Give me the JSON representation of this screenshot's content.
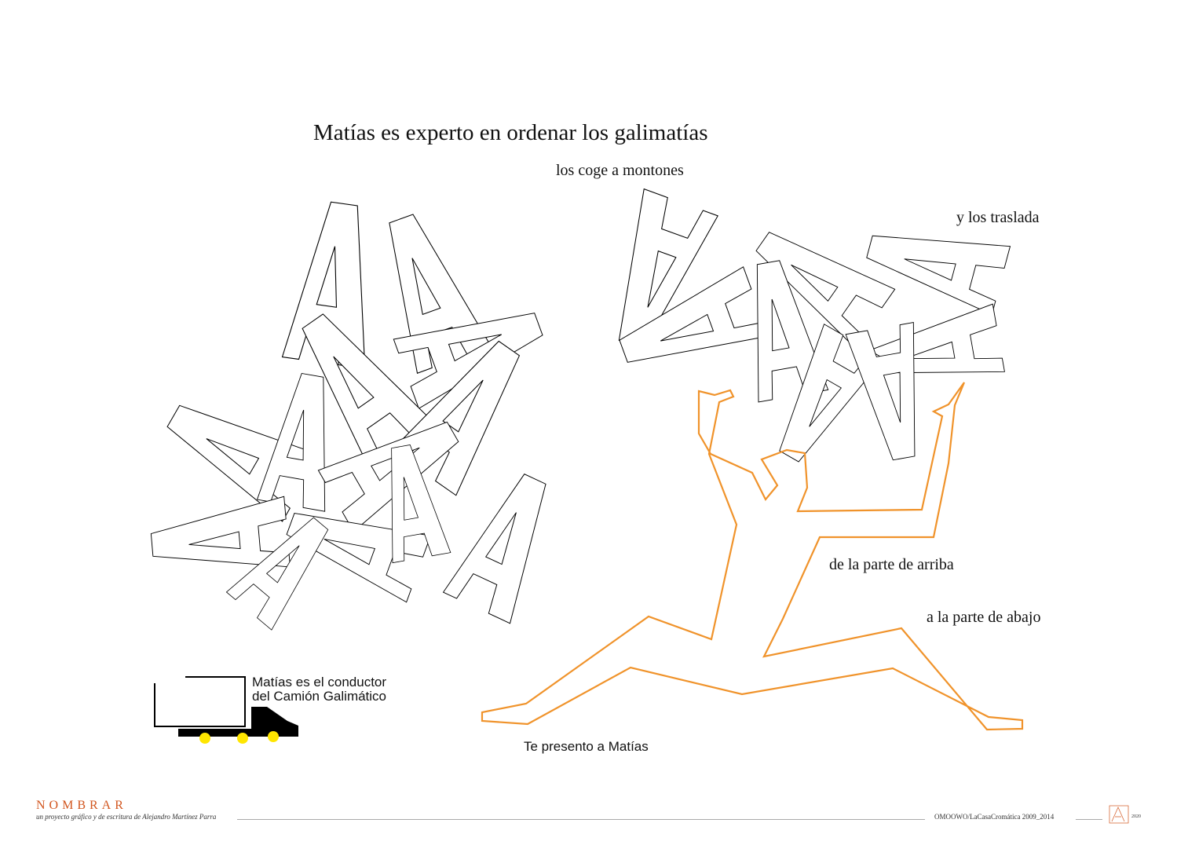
{
  "title": "Matías es experto en ordenar los galimatías",
  "lines": {
    "coge": "los coge a montones",
    "traslada": "y los traslada",
    "arriba": "de la parte de arriba",
    "abajo": "a la parte de abajo"
  },
  "truck": {
    "caption_line1": "Matías es el conductor",
    "caption_line2": "del Camión Galimático",
    "wheel_color": "#ffe600",
    "body_color": "#000000"
  },
  "intro": "Te presento a Matías",
  "figure_color": "#f0932b",
  "footer": {
    "brand": "NOMBRAR",
    "brand_color": "#d2561f",
    "subtitle": "un proyecto gráfico y de escritura de Alejandro Martínez Parra",
    "credit": "OMOOWO/LaCasaCromática 2009_2014",
    "year": "2020",
    "logo_icon": "a-monogram-icon"
  }
}
